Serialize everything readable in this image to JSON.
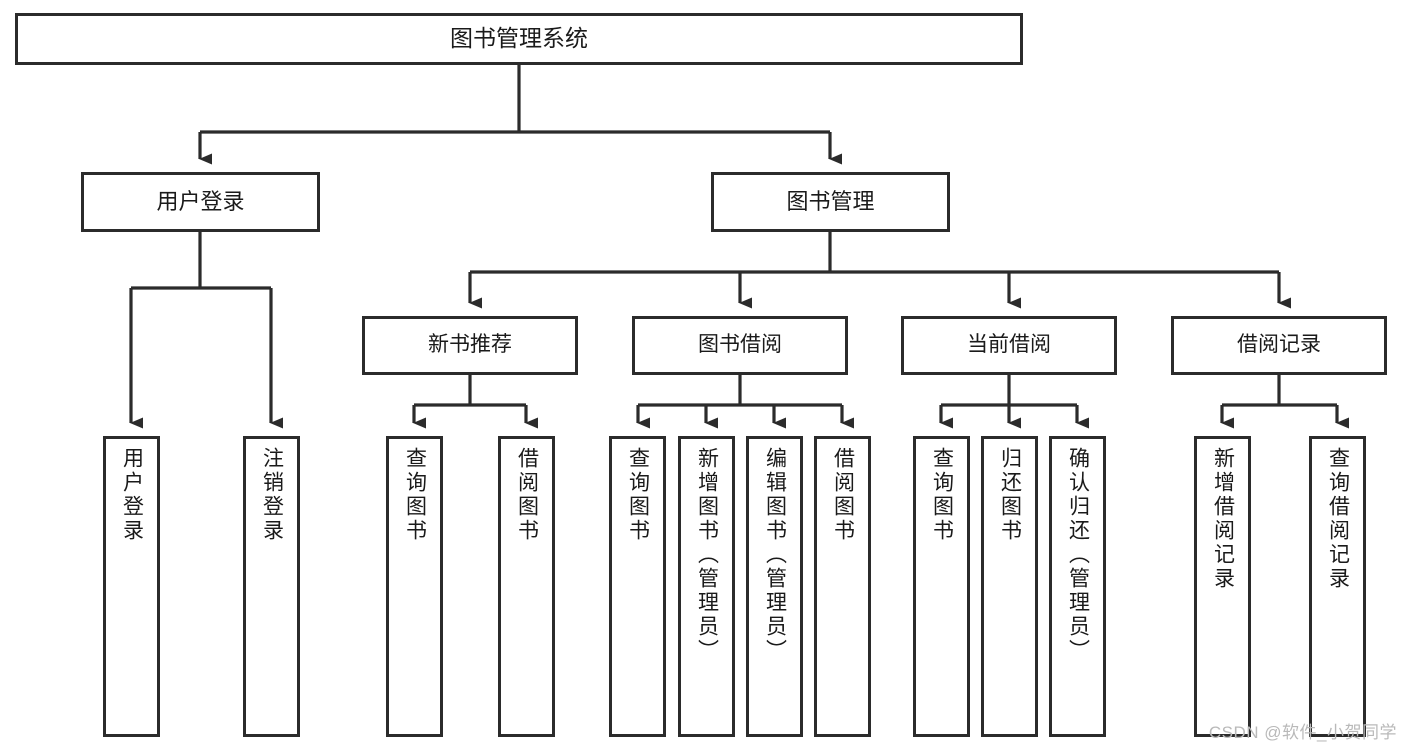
{
  "diagram": {
    "title": "图书管理系统",
    "type": "hierarchy-tree",
    "root": {
      "label": "图书管理系统"
    },
    "level1": [
      {
        "label": "用户登录"
      },
      {
        "label": "图书管理"
      }
    ],
    "level2": [
      {
        "label": "新书推荐"
      },
      {
        "label": "图书借阅"
      },
      {
        "label": "当前借阅"
      },
      {
        "label": "借阅记录"
      }
    ],
    "leaves": {
      "user_login": [
        {
          "label": "用户登录"
        },
        {
          "label": "注销登录"
        }
      ],
      "new_book": [
        {
          "label": "查询图书"
        },
        {
          "label": "借阅图书"
        }
      ],
      "book_borrow": [
        {
          "label": "查询图书"
        },
        {
          "label": "新增图书（管理员）"
        },
        {
          "label": "编辑图书（管理员）"
        },
        {
          "label": "借阅图书"
        }
      ],
      "current_borrow": [
        {
          "label": "查询图书"
        },
        {
          "label": "归还图书"
        },
        {
          "label": "确认归还（管理员）"
        }
      ],
      "borrow_record": [
        {
          "label": "新增借阅记录"
        },
        {
          "label": "查询借阅记录"
        }
      ]
    }
  },
  "watermark": {
    "text": "CSDN @软件_小贺同学"
  },
  "colors": {
    "box_border": "#2b2b2b",
    "box_fill": "#ffffff",
    "connector": "#2b2b2b",
    "text": "#1a1a1a",
    "watermark": "#b9b9b9"
  }
}
